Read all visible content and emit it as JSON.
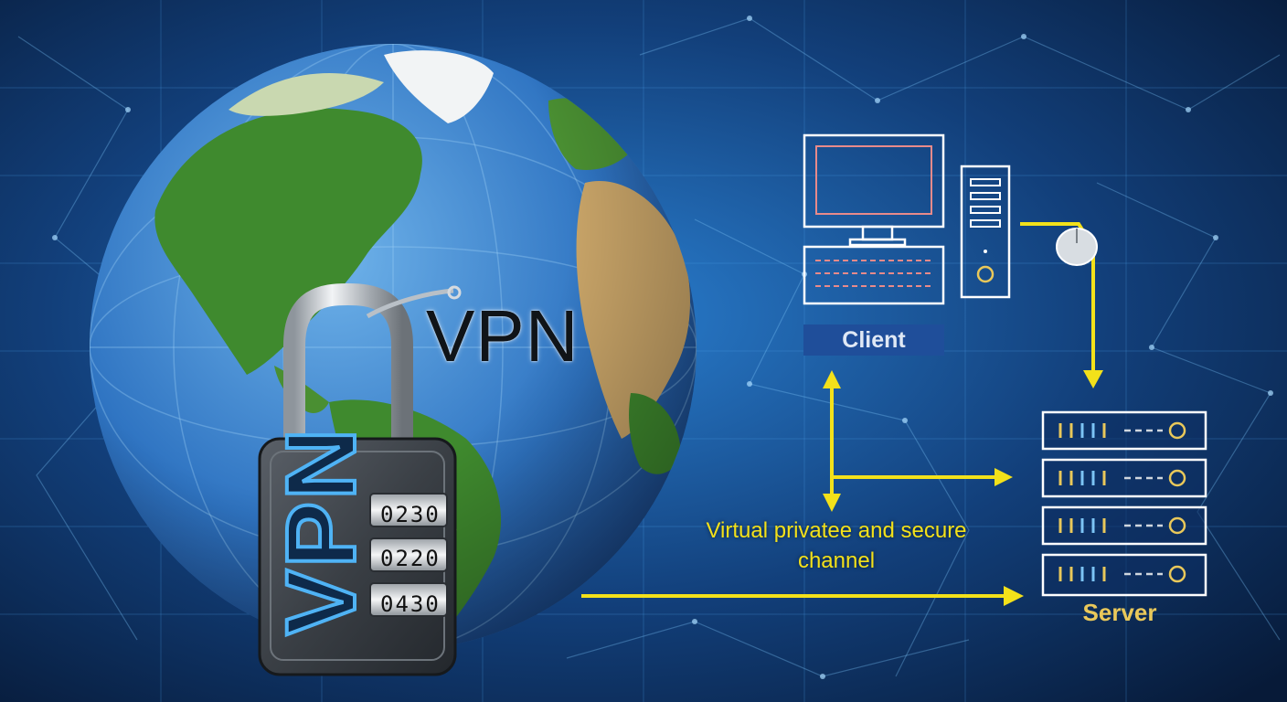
{
  "diagram": {
    "title": "VPN",
    "client_label": "Client",
    "server_label": "Server",
    "channel_label": "Virtual privatee and secure channel",
    "lock": {
      "body_text": "VPN",
      "dial_codes": [
        "0230",
        "0220",
        "0430"
      ]
    }
  },
  "colors": {
    "background": "#0b2a55",
    "arrow": "#f3e11a",
    "client_label_bg": "#1f4e9a",
    "server_label": "#e9c85a",
    "outline": "#ffffff"
  },
  "icons": [
    "globe",
    "padlock",
    "monitor-icon",
    "keyboard-icon",
    "tower-icon",
    "mouse-icon",
    "server-rack-icon"
  ]
}
